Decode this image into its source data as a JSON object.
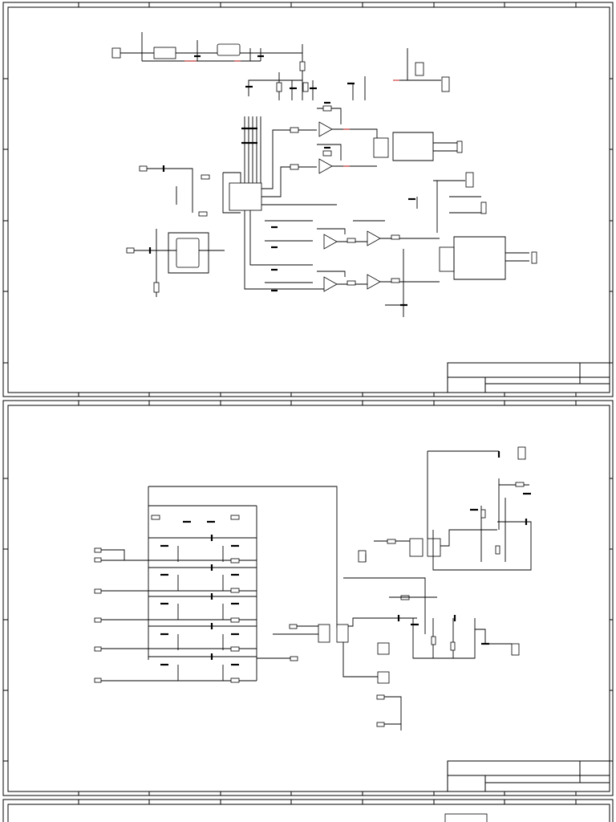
{
  "document": {
    "type": "schematic-sheets",
    "visible_text": []
  },
  "sheets": [
    {
      "id": "sheet-1",
      "title_block_text": ""
    },
    {
      "id": "sheet-2",
      "title_block_text": ""
    },
    {
      "id": "sheet-3",
      "title_block_text": ""
    }
  ],
  "colors": {
    "paper": "#ffffff",
    "ink": "#000000",
    "accent": "#c00000"
  }
}
